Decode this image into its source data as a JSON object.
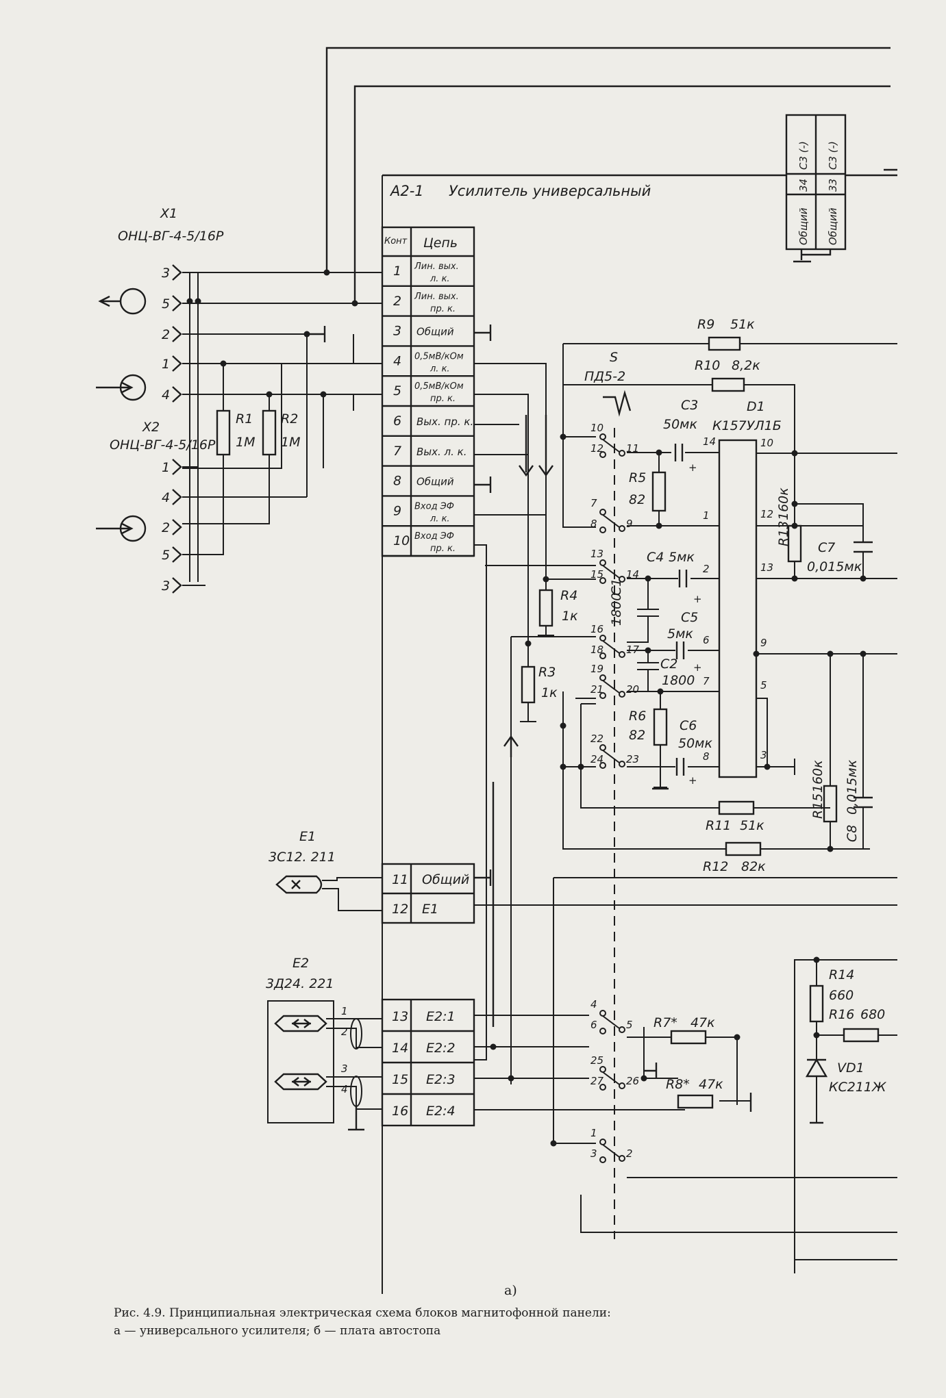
{
  "header": {
    "section": "А2-1",
    "title": "Усилитель универсальный"
  },
  "connectors": {
    "x1": {
      "name": "X1",
      "type": "ОНЦ-ВГ-4-5/16Р",
      "pins": [
        "3",
        "5",
        "2",
        "1",
        "4"
      ]
    },
    "x2": {
      "name": "X2",
      "type": "ОНЦ-ВГ-4-5/16Р",
      "pins": [
        "1",
        "4",
        "2",
        "5",
        "3"
      ]
    },
    "e1": {
      "name": "E1",
      "type": "3С12. 211"
    },
    "e2": {
      "name": "E2",
      "type": "3Д24. 221",
      "pins": [
        "1",
        "2",
        "3",
        "4"
      ]
    }
  },
  "common_top": {
    "col1": "Общий",
    "col2": "Общий",
    "n1": "34",
    "n2": "33",
    "c1": "С3 (-)",
    "c2": "С3 (-)"
  },
  "table": {
    "head_kont": "Конт",
    "head_chain": "Цепь",
    "rows": [
      {
        "k": "1",
        "c1": "Лин. вых.",
        "c2": "л. к."
      },
      {
        "k": "2",
        "c1": "Лин. вых.",
        "c2": "пр. к."
      },
      {
        "k": "3",
        "c1": "Общий",
        "c2": ""
      },
      {
        "k": "4",
        "c1": "0,5мВ/кОм",
        "c2": "л. к."
      },
      {
        "k": "5",
        "c1": "0,5мВ/кОм",
        "c2": "пр. к."
      },
      {
        "k": "6",
        "c1": "Вых. пр. к.",
        "c2": ""
      },
      {
        "k": "7",
        "c1": "Вых. л. к.",
        "c2": ""
      },
      {
        "k": "8",
        "c1": "Общий",
        "c2": ""
      },
      {
        "k": "9",
        "c1": "Вход ЭФ",
        "c2": "л. к."
      },
      {
        "k": "10",
        "c1": "Вход ЭФ",
        "c2": "пр. к."
      }
    ],
    "rows2": [
      {
        "k": "11",
        "c1": "Общий"
      },
      {
        "k": "12",
        "c1": "E1"
      }
    ],
    "rows3": [
      {
        "k": "13",
        "c1": "E2:1"
      },
      {
        "k": "14",
        "c1": "E2:2"
      },
      {
        "k": "15",
        "c1": "E2:3"
      },
      {
        "k": "16",
        "c1": "E2:4"
      }
    ]
  },
  "switch": {
    "name": "S",
    "type": "ПД5-2"
  },
  "ic": {
    "name": "D1",
    "type": "К157УЛ1Б"
  },
  "components": {
    "R1": "R1",
    "R1v": "1М",
    "R2": "R2",
    "R2v": "1М",
    "R3": "R3",
    "R3v": "1к",
    "R4": "R4",
    "R4v": "1к",
    "R5": "R5",
    "R5v": "82",
    "R6": "R6",
    "R6v": "82",
    "R7": "R7*",
    "R7v": "47к",
    "R8": "R8*",
    "R8v": "47к",
    "R9": "R9",
    "R9v": "51к",
    "R10": "R10",
    "R10v": "8,2к",
    "R11": "R11",
    "R11v": "51к",
    "R12": "R12",
    "R12v": "82к",
    "R13": "R13",
    "R13v": "160к",
    "R14": "R14",
    "R14v": "660",
    "R15": "R15",
    "R15v": "160к",
    "R16": "R16",
    "R16v": "680",
    "C1": "C1",
    "C1v": "1800",
    "C2": "C2",
    "C2v": "1800",
    "C3": "C3",
    "C3v": "50мк",
    "C4": "C4",
    "C4v": "5мк",
    "C5": "C5",
    "C5v": "5мк",
    "C6": "C6",
    "C6v": "50мк",
    "C7": "C7",
    "C7v": "0,015мк",
    "C8": "C8",
    "C8v": "0,015мк",
    "VD1": "VD1",
    "VD1v": "КС211Ж"
  },
  "pins": {
    "ic": [
      "14",
      "1",
      "2",
      "6",
      "7",
      "8",
      "10",
      "12",
      "13",
      "9",
      "5",
      "3"
    ],
    "sw": [
      "10",
      "12",
      "11",
      "7",
      "8",
      "9",
      "13",
      "15",
      "14",
      "16",
      "18",
      "17",
      "19",
      "21",
      "20",
      "22",
      "24",
      "23",
      "4",
      "6",
      "5",
      "25",
      "27",
      "26",
      "1",
      "3",
      "2"
    ]
  },
  "caption": {
    "sub": "а)",
    "line1": "Рис. 4.9.  Принципиальная электрическая схема блоков магнитофонной панели:",
    "line2": "а — универсального усилителя; б — плата автостопа"
  }
}
